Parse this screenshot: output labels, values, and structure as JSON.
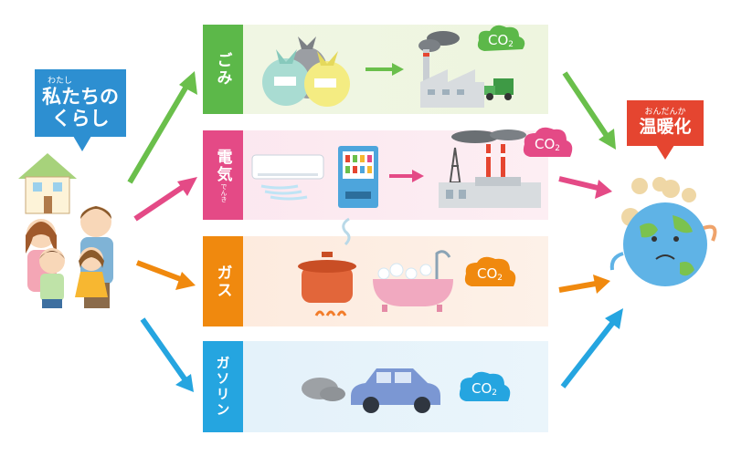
{
  "callouts": {
    "our_life": {
      "ruby": "わたし",
      "line1": "私たちの",
      "line2": "くらし"
    },
    "global_warming": {
      "ruby": "おんだんか",
      "text": "温暖化"
    }
  },
  "rows": [
    {
      "id": "garbage",
      "label": "ごみ",
      "color": "#5cb849"
    },
    {
      "id": "electricity",
      "label": "電気",
      "ruby": "でんき",
      "color": "#e44a86"
    },
    {
      "id": "gas",
      "label": "ガス",
      "color": "#f0890e"
    },
    {
      "id": "gasoline",
      "label": "ガソリン",
      "color": "#25a5e0"
    }
  ],
  "co2": {
    "text": "CO",
    "sub": "2"
  }
}
